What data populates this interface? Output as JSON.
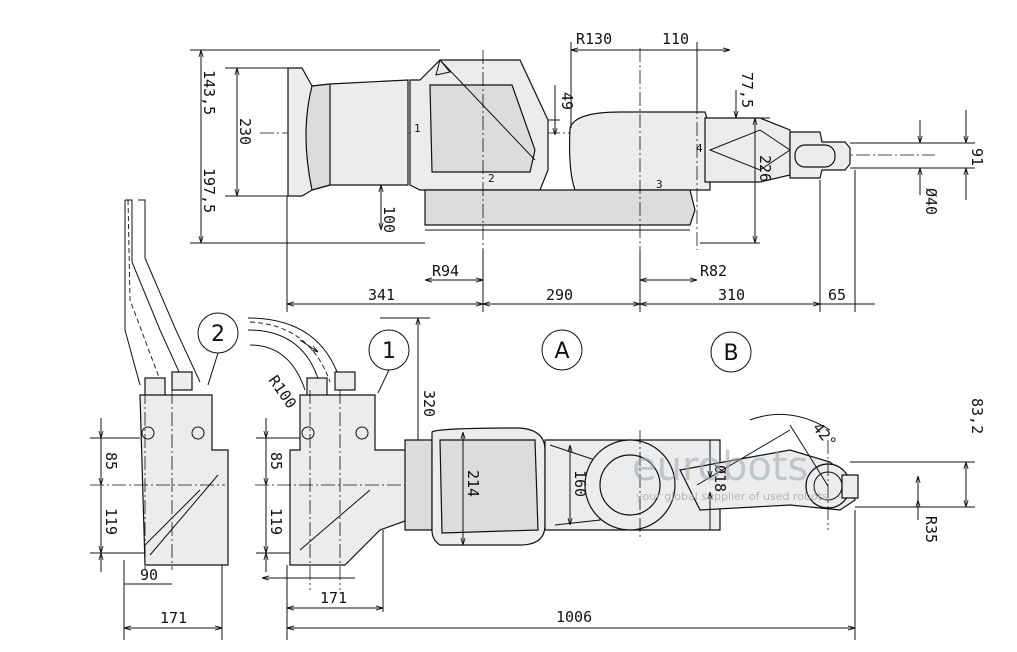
{
  "drawing": {
    "views": {
      "side_view_letter": "A",
      "top_view_letter": "B",
      "cable_option_1": "1",
      "cable_option_2": "2",
      "axis_labels": [
        "1",
        "2",
        "3",
        "4"
      ]
    },
    "dimensions": {
      "top": [
        "R130",
        "110",
        "77,5",
        "49",
        "143,5",
        "230",
        "197,5",
        "100",
        "226",
        "91",
        "Ø40",
        "R94",
        "R82",
        "341",
        "290",
        "310",
        "65"
      ],
      "bottom": [
        "R100",
        "320",
        "85",
        "119",
        "90",
        "171",
        "85",
        "119",
        "171",
        "214",
        "160",
        "Ø18",
        "42°",
        "83,2",
        "R35",
        "1006"
      ]
    },
    "watermark": {
      "brand": "eurobots",
      "tagline": "your global supplier of used robots"
    }
  }
}
